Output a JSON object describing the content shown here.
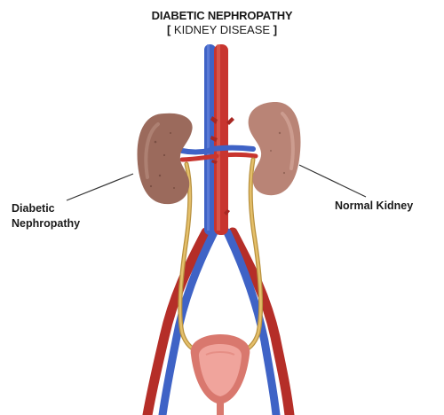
{
  "title": "DIABETIC NEPHROPATHY",
  "subtitle": {
    "open_bracket": "[",
    "text": "KIDNEY DISEASE",
    "close_bracket": "]"
  },
  "labels": {
    "left_line1": "Diabetic",
    "left_line2": "Nephropathy",
    "right": "Normal Kidney"
  },
  "colors": {
    "vein": "#3f63c6",
    "artery": "#c8352f",
    "kidney_diseased": "#9b6a5c",
    "kidney_normal": "#b98476",
    "ureter": "#d9b15a",
    "bladder": "#e68f86",
    "leader_line": "#333333"
  }
}
